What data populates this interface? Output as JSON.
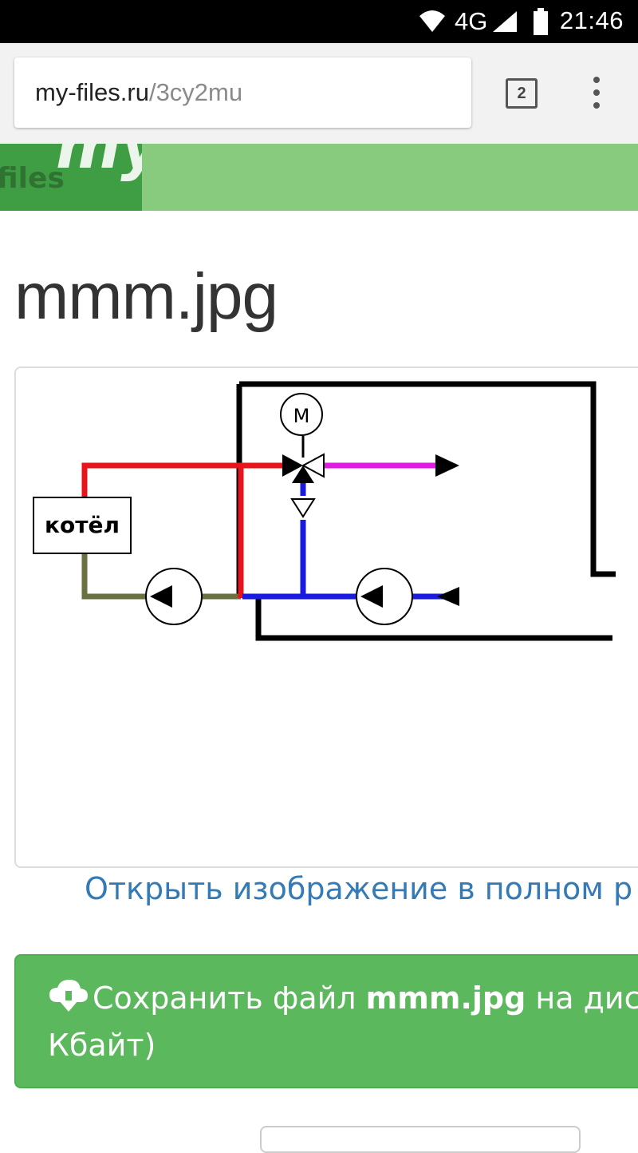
{
  "status_bar": {
    "network": "4G",
    "time": "21:46"
  },
  "browser": {
    "url_host": "my-files.ru",
    "url_path": "/3cy2mu",
    "tab_count": "2"
  },
  "site": {
    "logo_text": "my",
    "logo_subtext": "files"
  },
  "page": {
    "title": "mmm.jpg",
    "open_link": "Открыть изображение в полном р",
    "save": {
      "prefix": "Сохранить файл ",
      "filename": "mmm.jpg",
      "suffix": " на диск",
      "line2": "Кбайт)"
    }
  },
  "diagram": {
    "boiler_label": "котёл",
    "motor_label": "M"
  },
  "colors": {
    "status_bar": "#000000",
    "banner_light": "#88cb7e",
    "banner_dark": "#3f9e43",
    "link": "#337ab7",
    "save_button": "#5cb85c",
    "pipe_supply": "#e8141b",
    "pipe_return": "#1a1ae0",
    "pipe_mixed": "#e01ae0",
    "pipe_boiler_return": "#6b7040"
  }
}
